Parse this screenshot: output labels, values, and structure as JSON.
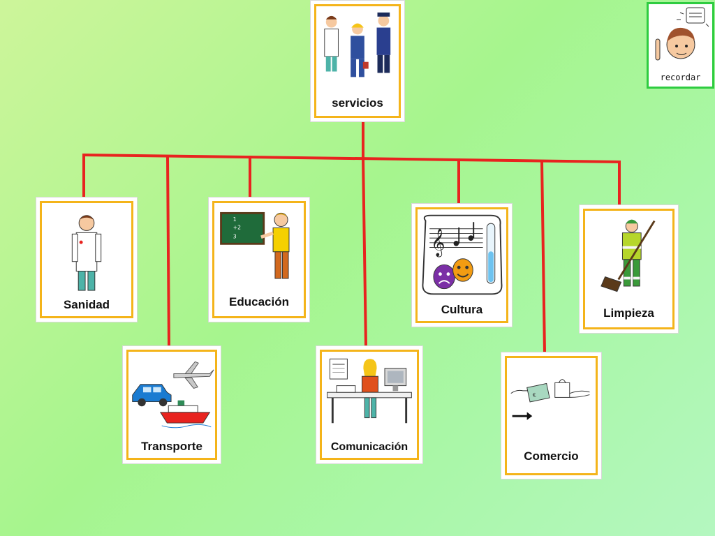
{
  "root": {
    "label": "servicios",
    "icon": "service-workers-icon"
  },
  "recordar": {
    "label": "recordar",
    "icon": "remember-icon"
  },
  "categories": [
    {
      "label": "Sanidad",
      "icon": "doctor-icon"
    },
    {
      "label": "Transporte",
      "icon": "transport-icon"
    },
    {
      "label": "Educación",
      "icon": "teacher-icon"
    },
    {
      "label": "Comunicación",
      "icon": "communication-icon"
    },
    {
      "label": "Cultura",
      "icon": "culture-icon"
    },
    {
      "label": "Comercio",
      "icon": "commerce-icon"
    },
    {
      "label": "Limpieza",
      "icon": "street-cleaner-icon"
    }
  ],
  "colors": {
    "connector": "#e8231f",
    "card_border": "#f4b41a",
    "recordar_border": "#2ecc40"
  }
}
